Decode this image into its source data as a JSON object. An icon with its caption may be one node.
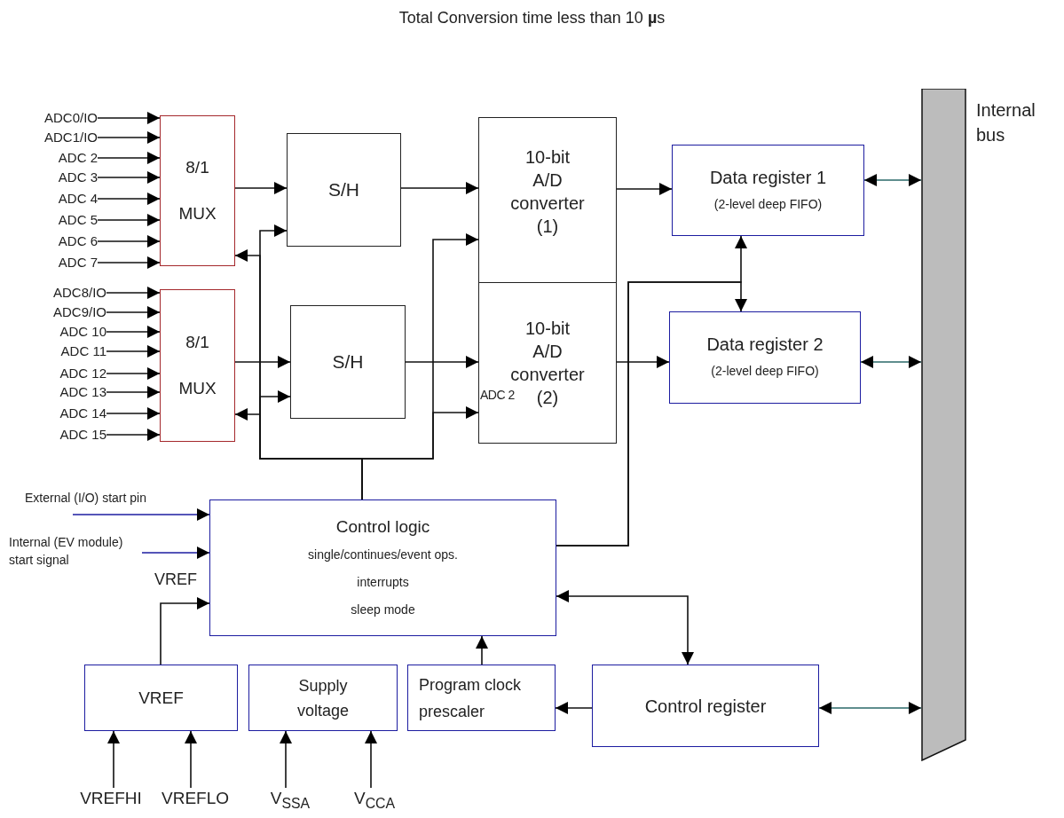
{
  "diagram": {
    "title": "Total Conversion time less than 10 **µ**s",
    "nodes": [
      {
        "text": [
          "ADC0/IO"
        ]
      },
      {
        "text": [
          "ADC1/IO"
        ]
      },
      {
        "text": [
          "ADC 2"
        ]
      },
      {
        "text": [
          "ADC 3"
        ]
      },
      {
        "text": [
          "ADC 4"
        ]
      },
      {
        "text": [
          "ADC 5"
        ]
      },
      {
        "text": [
          "ADC 6"
        ]
      },
      {
        "text": [
          "ADC 7"
        ]
      },
      {
        "text": [
          "8/1",
          "MUX"
        ]
      },
      {
        "text": [
          "ADC8/IO"
        ]
      },
      {
        "text": [
          "ADC9/IO"
        ]
      },
      {
        "text": [
          "ADC 10"
        ]
      },
      {
        "text": [
          "ADC 11"
        ]
      },
      {
        "text": [
          "ADC 12"
        ]
      },
      {
        "text": [
          "ADC 13"
        ]
      },
      {
        "text": [
          "ADC 14"
        ]
      },
      {
        "text": [
          "ADC 15"
        ]
      },
      {
        "text": [
          "8/1",
          "MUX"
        ]
      },
      {
        "text": [
          "S/H"
        ]
      },
      {
        "text": [
          "S/H"
        ]
      },
      {
        "text": [
          "10-bit A/D converter (1)"
        ]
      },
      {
        "text": [
          "10-bit A/D converter (2)"
        ]
      },
      {
        "text": [
          "Data register 1",
          "(2-level deep FIFO)"
        ]
      },
      {
        "text": [
          "Data register 2",
          "(2-level deep FIFO)"
        ]
      },
      {
        "text": [],
        "shape": "bar",
        "beside": [
          "Internal bus"
        ]
      },
      {
        "text": [
          "External (I/O) start pin"
        ]
      },
      {
        "text": [
          "Internal (EV module) start signal"
        ]
      },
      {
        "text": [
          "Control logic",
          "single/continues/event ops.",
          "interrupts",
          "sleep mode"
        ]
      },
      {
        "text": [
          "VREF"
        ]
      },
      {
        "text": [
          "Supply voltage"
        ]
      },
      {
        "text": [
          "Program clock prescaler"
        ]
      },
      {
        "text": [
          "Control register"
        ]
      },
      {
        "text": [
          "VREFHI"
        ]
      },
      {
        "text": [
          "VREFLO"
        ]
      },
      {
        "text": [
          "V$_{SSA}$"
        ]
      },
      {
        "text": [
          "V$_{CCA}$"
        ]
      }
    ],
    "edges": [
      {
        "from": 0,
        "to": 8,
        "arrow": "to"
      },
      {
        "from": 1,
        "to": 8,
        "arrow": "to"
      },
      {
        "from": 2,
        "to": 8,
        "arrow": "to"
      },
      {
        "from": 3,
        "to": 8,
        "arrow": "to"
      },
      {
        "from": 4,
        "to": 8,
        "arrow": "to"
      },
      {
        "from": 5,
        "to": 8,
        "arrow": "to"
      },
      {
        "from": 6,
        "to": 8,
        "arrow": "to"
      },
      {
        "from": 7,
        "to": 8,
        "arrow": "to"
      },
      {
        "from": 9,
        "to": 17,
        "arrow": "to"
      },
      {
        "from": 10,
        "to": 17,
        "arrow": "to"
      },
      {
        "from": 11,
        "to": 17,
        "arrow": "to"
      },
      {
        "from": 12,
        "to": 17,
        "arrow": "to"
      },
      {
        "from": 13,
        "to": 17,
        "arrow": "to"
      },
      {
        "from": 14,
        "to": 17,
        "arrow": "to"
      },
      {
        "from": 15,
        "to": 17,
        "arrow": "to"
      },
      {
        "from": 16,
        "to": 17,
        "arrow": "to"
      },
      {
        "from": 8,
        "to": 18,
        "arrow": "to"
      },
      {
        "from": 17,
        "to": 19,
        "arrow": "to"
      },
      {
        "from": 18,
        "to": 20,
        "arrow": "to"
      },
      {
        "from": 19,
        "to": 21,
        "arrow": "to"
      },
      {
        "from": 20,
        "to": 22,
        "arrow": "to"
      },
      {
        "from": 21,
        "to": 23,
        "arrow": "to"
      },
      {
        "from": 27,
        "to": 8,
        "arrow": "to"
      },
      {
        "from": 27,
        "to": 18,
        "arrow": "to"
      },
      {
        "from": 27,
        "to": 17,
        "arrow": "to"
      },
      {
        "from": 27,
        "to": 19,
        "arrow": "to"
      },
      {
        "from": 27,
        "to": 20,
        "arrow": "to"
      },
      {
        "from": 27,
        "to": 21,
        "arrow": "to"
      },
      {
        "from": 27,
        "to": 22,
        "arrow": "to"
      },
      {
        "from": 27,
        "to": 23,
        "arrow": "to"
      },
      {
        "from": 22,
        "to": 24,
        "arrow": "both",
        "color": "#2a6868"
      },
      {
        "from": 23,
        "to": 24,
        "arrow": "both",
        "color": "#2a6868"
      },
      {
        "from": 31,
        "to": 24,
        "arrow": "both",
        "color": "#2a6868"
      },
      {
        "from": 31,
        "to": 27,
        "arrow": "both"
      },
      {
        "from": 31,
        "to": 30,
        "arrow": "to"
      },
      {
        "from": 30,
        "to": 27,
        "arrow": "to"
      },
      {
        "from": 28,
        "to": 27,
        "arrow": "to",
        "label": "VREF"
      },
      {
        "from": 25,
        "to": 27,
        "arrow": "to",
        "color": "#1c1ca0"
      },
      {
        "from": 26,
        "to": 27,
        "arrow": "to",
        "color": "#1c1ca0"
      },
      {
        "from": 32,
        "to": 28,
        "arrow": "to"
      },
      {
        "from": 33,
        "to": 28,
        "arrow": "to"
      },
      {
        "from": 34,
        "to": 29,
        "arrow": "to"
      },
      {
        "from": 35,
        "to": 29,
        "arrow": "to"
      }
    ],
    "labels": [
      "ADC 2"
    ]
  }
}
